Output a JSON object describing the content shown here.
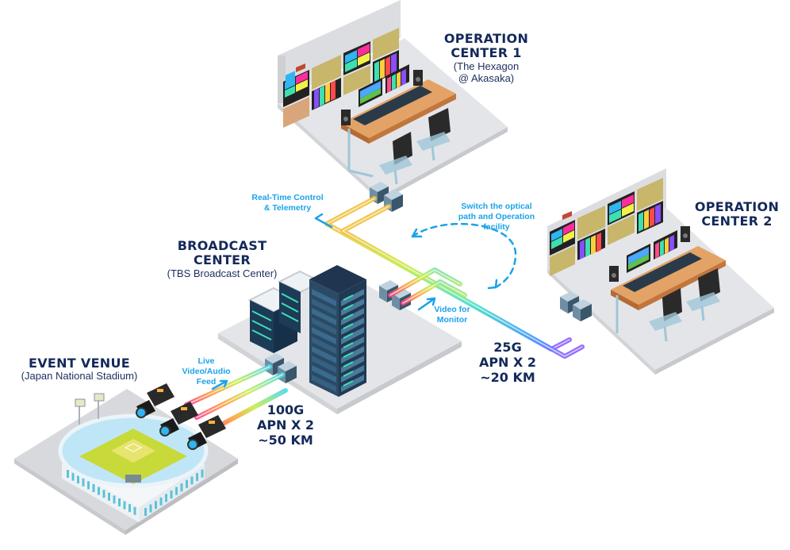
{
  "diagram": {
    "nodes": [
      {
        "id": "op1",
        "title_line1": "OPERATION",
        "title_line2": "CENTER 1",
        "subtitle_line1": "(The Hexagon",
        "subtitle_line2": "@ Akasaka)"
      },
      {
        "id": "op2",
        "title_line1": "OPERATION",
        "title_line2": "CENTER 2"
      },
      {
        "id": "broadcast",
        "title_line1": "BROADCAST",
        "title_line2": "CENTER",
        "subtitle": "(TBS Broadcast Center)"
      },
      {
        "id": "venue",
        "title": "EVENT VENUE",
        "subtitle": "(Japan National Stadium)"
      }
    ],
    "links": [
      {
        "id": "venue-broadcast",
        "speed": "100G",
        "type": "APN X 2",
        "distance": "~50 KM"
      },
      {
        "id": "broadcast-op",
        "speed": "25G",
        "type": "APN X 2",
        "distance": "~20 KM"
      }
    ],
    "annotations": {
      "realtime_line1": "Real-Time Control",
      "realtime_line2": "& Telemetry",
      "switch_line1": "Switch the optical",
      "switch_line2": "path and Operation",
      "switch_line3": "facility",
      "monitor_line1": "Video for",
      "monitor_line2": "Monitor",
      "feed_line1": "Live",
      "feed_line2": "Video/Audio",
      "feed_line3": "Feed"
    },
    "colors": {
      "label": "#14295a",
      "annotation": "#1aa3ea",
      "floor": "#e6e7ea",
      "wall": "#dcdde0",
      "server": "#1d3b57",
      "server_accent": "#3de0b5"
    }
  }
}
